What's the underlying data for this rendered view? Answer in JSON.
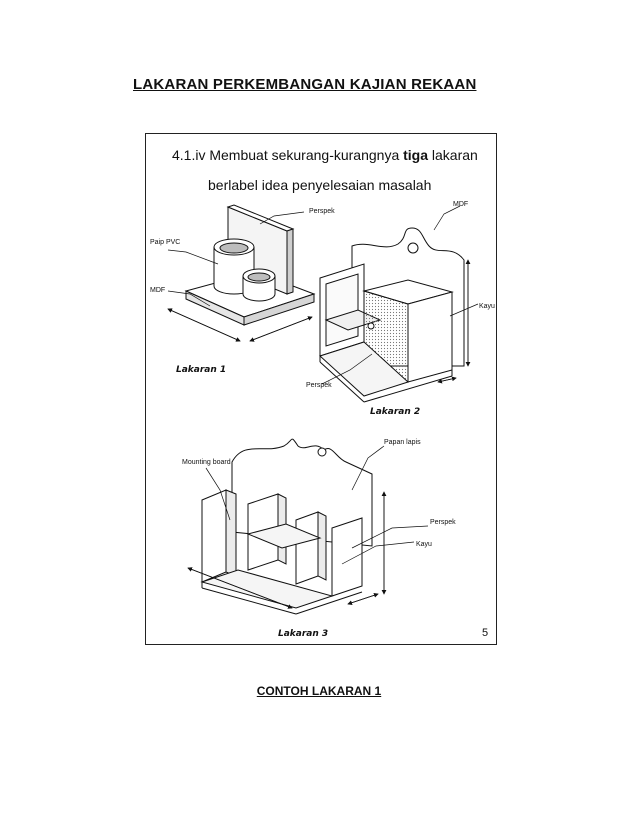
{
  "heading": "LAKARAN PERKEMBANGAN KAJIAN REKAAN",
  "sheet": {
    "instruction_part1": "4.1.iv Membuat sekurang-kurangnya ",
    "instruction_bold": "tiga",
    "instruction_part2": " lakaran",
    "instruction_line2": "berlabel idea penyelesaian masalah",
    "page_number": "5",
    "sketch1": {
      "caption": "Lakaran 1",
      "labels": {
        "paip_pvc": "Paip PVC",
        "mdf": "MDF",
        "perspek": "Perspek"
      }
    },
    "sketch2": {
      "caption": "Lakaran 2",
      "labels": {
        "mdf": "MDF",
        "kayu": "Kayu",
        "perspek": "Perspek"
      }
    },
    "sketch3": {
      "caption": "Lakaran 3",
      "labels": {
        "mounting_board": "Mounting board",
        "papan_lapis": "Papan lapis",
        "perspek": "Perspek",
        "kayu": "Kayu"
      }
    }
  },
  "caption": "CONTOH LAKARAN 1"
}
